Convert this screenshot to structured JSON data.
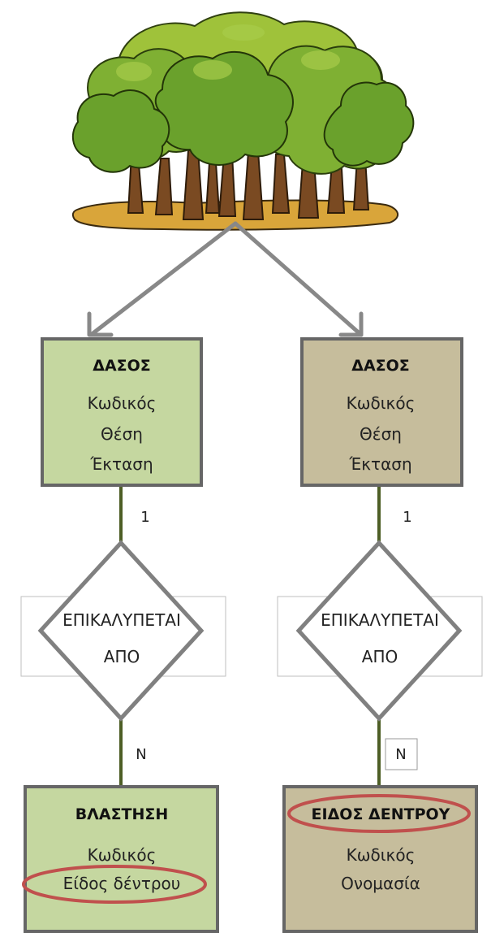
{
  "forest_illustration": {
    "icon": "forest-illustration"
  },
  "colors": {
    "entity_green": "#c5d7a0",
    "entity_tan": "#c6bd9c",
    "entity_border": "#666666",
    "arrow_gray": "#888888",
    "line_olive": "#4d5e25",
    "highlight_red": "#c0504d"
  },
  "left": {
    "entity_top": {
      "title": "ΔΑΣΟΣ",
      "attrs": [
        "Κωδικός",
        "Θέση",
        "Έκταση"
      ]
    },
    "card_top": "1",
    "relationship": {
      "line1": "ΕΠΙΚΑΛΥΠΕΤΑΙ",
      "line2": "ΑΠΟ"
    },
    "card_bottom": "Ν",
    "entity_bottom": {
      "title": "ΒΛΑΣΤΗΣΗ",
      "attrs": [
        "Κωδικός",
        "Είδος δέντρου"
      ]
    }
  },
  "right": {
    "entity_top": {
      "title": "ΔΑΣΟΣ",
      "attrs": [
        "Κωδικός",
        "Θέση",
        "Έκταση"
      ]
    },
    "card_top": "1",
    "relationship": {
      "line1": "ΕΠΙΚΑΛΥΠΕΤΑΙ",
      "line2": "ΑΠΟ"
    },
    "card_bottom": "Ν",
    "entity_bottom": {
      "title": "ΕΙΔΟΣ ΔΕΝΤΡΟΥ",
      "attrs": [
        "Κωδικός",
        "Ονομασία"
      ]
    }
  }
}
